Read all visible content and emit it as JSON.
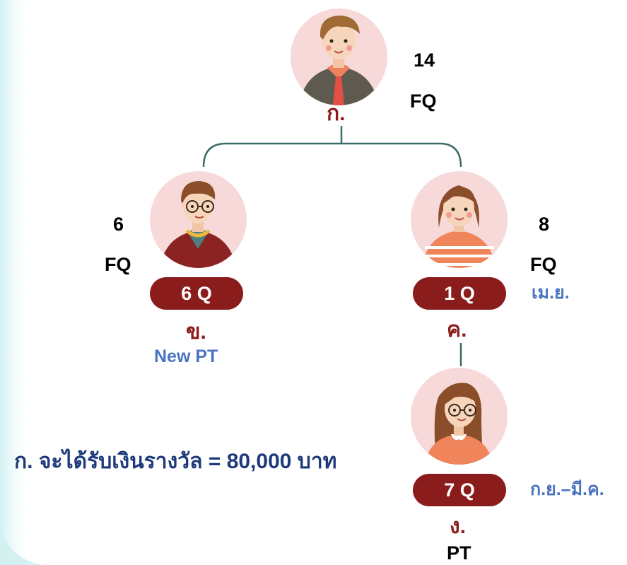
{
  "colors": {
    "dark_red": "#8b1c1c",
    "blue": "#4a74bf",
    "navy": "#1f3a7a",
    "avatar_bg": "#f8d9d9",
    "connector": "#3a6b66"
  },
  "nodes": {
    "top": {
      "name": "ก.",
      "count": "14",
      "unit": "FQ"
    },
    "left": {
      "name": "ข.",
      "count": "6",
      "unit": "FQ",
      "quota": "6 Q",
      "note": "New PT"
    },
    "right": {
      "name": "ค.",
      "count": "8",
      "unit": "FQ",
      "quota": "1 Q",
      "note": "เม.ย."
    },
    "bottom": {
      "name": "ง.",
      "quota": "7 Q",
      "note": "ก.ย.–มี.ค.",
      "tag": "PT"
    }
  },
  "reward_text": "ก. จะได้รับเงินรางวัล =  80,000 บาท"
}
